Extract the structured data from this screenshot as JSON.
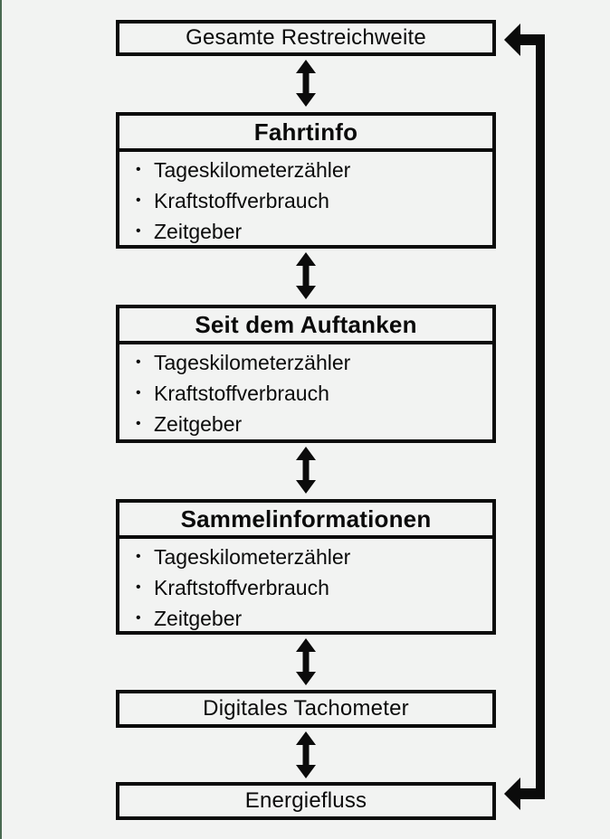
{
  "page": {
    "background_color": "#f2f3f2",
    "edge_line_color": "#4a6a52",
    "diagram_line_color": "#0b0b0b"
  },
  "diagram": {
    "bullet_char": "•",
    "nodes": [
      {
        "title": "Gesamte Restreichweite",
        "items": []
      },
      {
        "title": "Fahrtinfo",
        "items": [
          "Tageskilometerzähler",
          "Kraftstoffverbrauch",
          "Zeitgeber"
        ]
      },
      {
        "title": "Seit dem Auftanken",
        "items": [
          "Tageskilometerzähler",
          "Kraftstoffverbrauch",
          "Zeitgeber"
        ]
      },
      {
        "title": "Sammelinformationen",
        "items": [
          "Tageskilometerzähler",
          "Kraftstoffverbrauch",
          "Zeitgeber"
        ]
      },
      {
        "title": "Digitales Tachometer",
        "items": []
      },
      {
        "title": "Energiefluss",
        "items": []
      }
    ],
    "connections": {
      "between_nodes": "bidirectional vertical arrows",
      "return_loop": "right-side loop from Energiefluss back to Gesamte Restreichweite"
    }
  }
}
